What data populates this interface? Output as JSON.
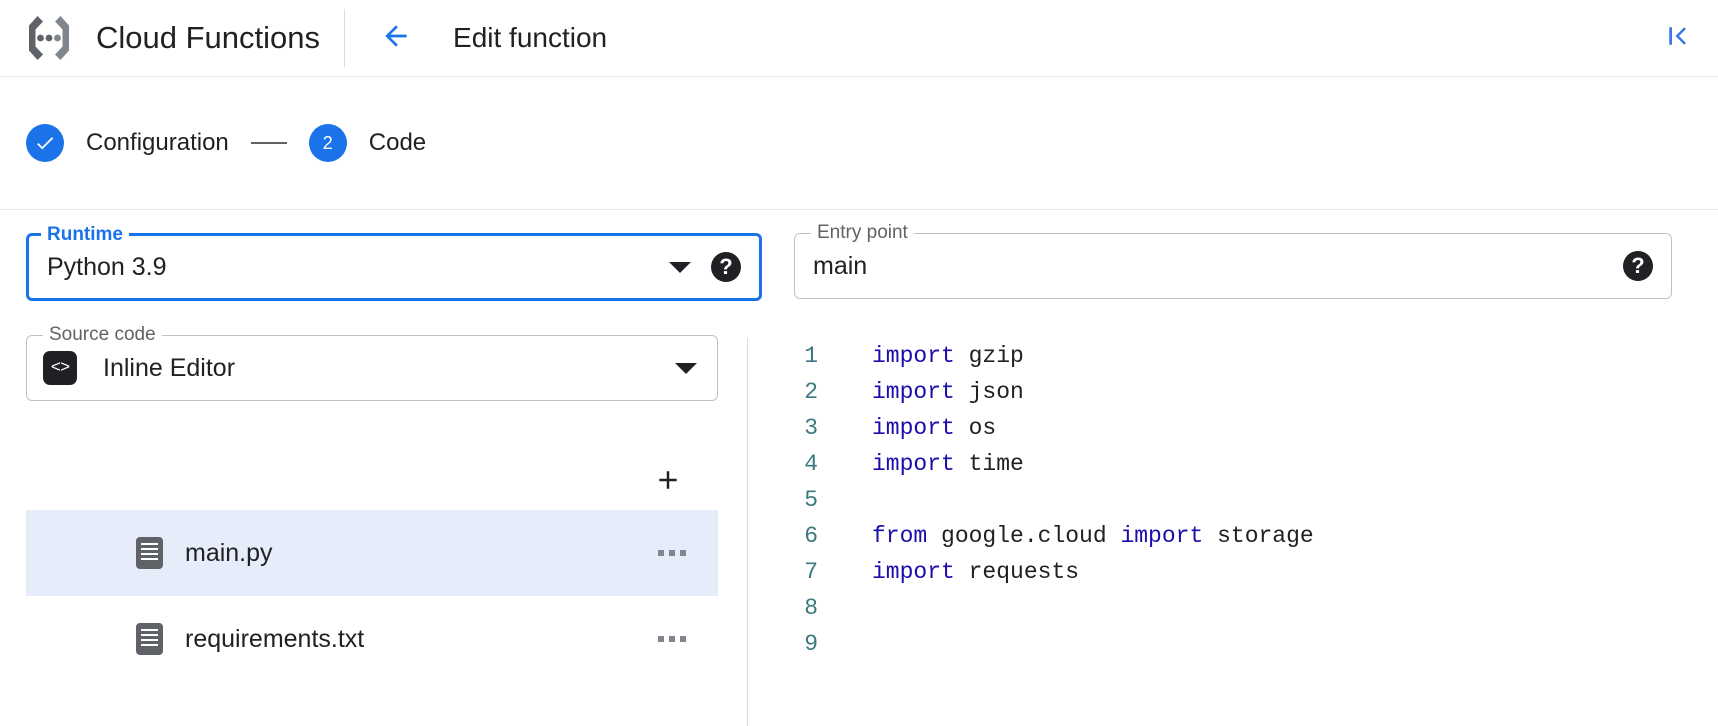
{
  "header": {
    "product_name": "Cloud Functions",
    "logo_icon": "cloud-functions-logo",
    "back_icon": "arrow-left-icon",
    "page_title": "Edit function",
    "collapse_icon": "first-page-icon",
    "accent_color": "#1a73e8"
  },
  "stepper": {
    "steps": [
      {
        "label": "Configuration",
        "marker": "✓",
        "state": "completed",
        "icon": "check-icon"
      },
      {
        "label": "Code",
        "marker": "2",
        "state": "active",
        "icon": "step-number"
      }
    ],
    "connector": "—"
  },
  "form": {
    "runtime": {
      "label": "Runtime",
      "value": "Python 3.9",
      "focused": true,
      "dropdown_icon": "chevron-down-icon",
      "help_icon": "help-icon",
      "help_glyph": "?"
    },
    "entry_point": {
      "label": "Entry point",
      "value": "main",
      "placeholder": "main",
      "help_icon": "help-icon",
      "help_glyph": "?"
    },
    "source_code": {
      "label": "Source code",
      "value": "Inline Editor",
      "leading_icon": "code-brackets-icon",
      "leading_glyph": "<>",
      "dropdown_icon": "chevron-down-icon"
    }
  },
  "files": {
    "add_label": "+",
    "add_icon": "add-file-icon",
    "items": [
      {
        "name": "main.py",
        "selected": true,
        "icon": "file-icon",
        "menu_icon": "more-options-icon"
      },
      {
        "name": "requirements.txt",
        "selected": false,
        "icon": "file-icon",
        "menu_icon": "more-options-icon"
      }
    ],
    "selected_bg": "#e6ecfa"
  },
  "editor": {
    "language": "python",
    "lines": [
      {
        "num": "1",
        "tokens": [
          {
            "t": "import",
            "c": "kw"
          },
          {
            "t": " gzip",
            "c": ""
          }
        ]
      },
      {
        "num": "2",
        "tokens": [
          {
            "t": "import",
            "c": "kw"
          },
          {
            "t": " json",
            "c": ""
          }
        ]
      },
      {
        "num": "3",
        "tokens": [
          {
            "t": "import",
            "c": "kw"
          },
          {
            "t": " os",
            "c": ""
          }
        ]
      },
      {
        "num": "4",
        "tokens": [
          {
            "t": "import",
            "c": "kw"
          },
          {
            "t": " time",
            "c": ""
          }
        ]
      },
      {
        "num": "5",
        "tokens": []
      },
      {
        "num": "6",
        "tokens": [
          {
            "t": "from",
            "c": "kw"
          },
          {
            "t": " google.cloud ",
            "c": ""
          },
          {
            "t": "import",
            "c": "kw"
          },
          {
            "t": " storage",
            "c": ""
          }
        ]
      },
      {
        "num": "7",
        "tokens": [
          {
            "t": "import",
            "c": "kw"
          },
          {
            "t": " requests",
            "c": ""
          }
        ]
      },
      {
        "num": "8",
        "tokens": []
      },
      {
        "num": "9",
        "tokens": []
      }
    ],
    "keyword_color": "#1a0dab",
    "linenumber_color": "#3b7a80",
    "text_color": "#202124"
  }
}
